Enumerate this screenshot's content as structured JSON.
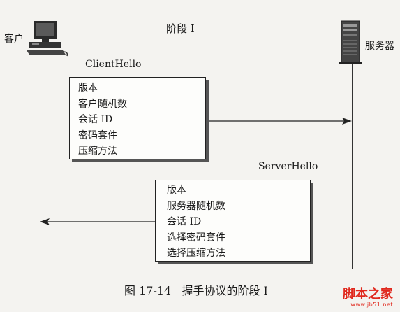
{
  "phase_title": "阶段 I",
  "client": {
    "label": "客户"
  },
  "server": {
    "label": "服务器"
  },
  "client_hello": {
    "label": "ClientHello",
    "fields": [
      "版本",
      "客户随机数",
      "会话 ID",
      "密码套件",
      "压缩方法"
    ]
  },
  "server_hello": {
    "label": "ServerHello",
    "fields": [
      "版本",
      "服务器随机数",
      "会话 ID",
      "选择密码套件",
      "选择压缩方法"
    ]
  },
  "caption": "图 17-14   握手协议的阶段 I",
  "watermark": {
    "text": "脚本之家",
    "url": "www.jb51.net"
  }
}
